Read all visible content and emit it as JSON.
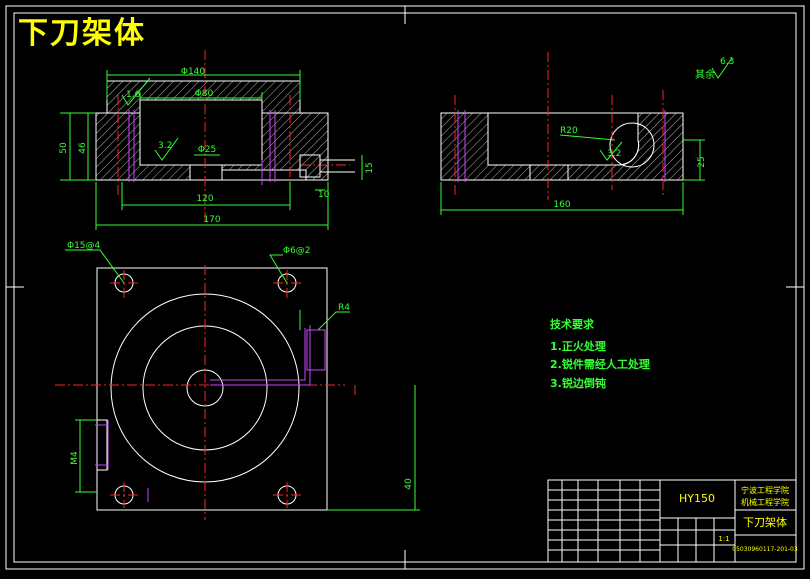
{
  "drawing": {
    "title": "下刀架体",
    "top_view": {
      "dims": {
        "overall_b140": "Φ140",
        "inner_b80": "Φ80",
        "bore_b25": "Φ25",
        "rough_left": "1.6",
        "rough_center": "3.2",
        "height_50": "50",
        "height_46": "46",
        "slot_15": "15",
        "slot_10": "10",
        "len_120": "120",
        "len_170": "170"
      }
    },
    "side_view": {
      "dims": {
        "r20": "R20",
        "rough": "3.2",
        "height_25": "25",
        "len_160": "160"
      }
    },
    "plan_view": {
      "dims": {
        "hole_4x15": "Φ15@4",
        "hole_2x6": "Φ6@2",
        "r4": "R4",
        "dim_40": "40",
        "dim_m4": "M4"
      }
    },
    "rest_roughness": {
      "label": "其余",
      "value": "6.3"
    },
    "tech_requirements": {
      "heading": "技术要求",
      "items": [
        "1.正火处理",
        "2.锐件需经人工处理",
        "3.锐边倒钝"
      ]
    },
    "title_block": {
      "model": "HY150",
      "school_line1": "宁波工程学院",
      "school_line2": "机械工程学院",
      "part_name": "下刀架体",
      "drawing_no": "05030960117-201-03",
      "scale": "1:1"
    }
  }
}
